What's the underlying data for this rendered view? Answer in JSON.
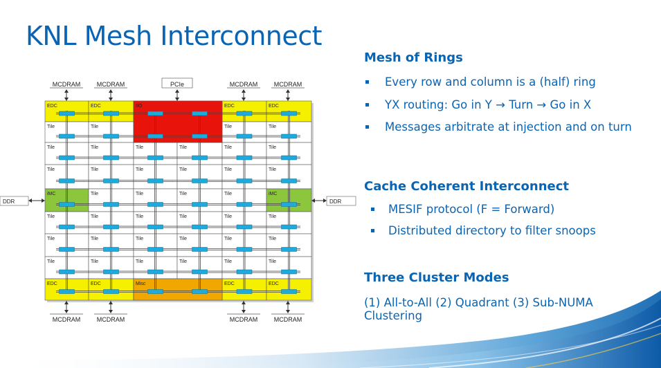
{
  "title": "KNL Mesh Interconnect",
  "sections": [
    {
      "heading": "Mesh of Rings",
      "bullets": [
        "Every row and column is a (half) ring",
        "YX routing: Go in Y → Turn → Go in X",
        "Messages arbitrate at injection and on turn"
      ]
    },
    {
      "heading": "Cache Coherent Interconnect",
      "bullets": [
        "MESIF protocol (F = Forward)",
        "Distributed directory to filter snoops"
      ]
    },
    {
      "heading": "Three Cluster Modes",
      "text": "(1) All-to-All (2) Quadrant (3) Sub-NUMA Clustering"
    }
  ],
  "diagram": {
    "top_labels": [
      "MCDRAM",
      "MCDRAM",
      "PCIe",
      "MCDRAM",
      "MCDRAM"
    ],
    "bottom_labels": [
      "MCDRAM",
      "MCDRAM",
      "MCDRAM",
      "MCDRAM"
    ],
    "side_left": "DDR",
    "side_right": "DDR",
    "grid": [
      [
        "EDC",
        "EDC",
        "IIO",
        "",
        "EDC",
        "EDC"
      ],
      [
        "Tile",
        "Tile",
        "",
        "",
        "Tile",
        "Tile"
      ],
      [
        "Tile",
        "Tile",
        "Tile",
        "Tile",
        "Tile",
        "Tile"
      ],
      [
        "Tile",
        "Tile",
        "Tile",
        "Tile",
        "Tile",
        "Tile"
      ],
      [
        "iMC",
        "Tile",
        "Tile",
        "Tile",
        "Tile",
        "iMC"
      ],
      [
        "Tile",
        "Tile",
        "Tile",
        "Tile",
        "Tile",
        "Tile"
      ],
      [
        "Tile",
        "Tile",
        "Tile",
        "Tile",
        "Tile",
        "Tile"
      ],
      [
        "Tile",
        "Tile",
        "Tile",
        "Tile",
        "Tile",
        "Tile"
      ],
      [
        "EDC",
        "EDC",
        "Misc",
        "",
        "EDC",
        "EDC"
      ]
    ],
    "colors": {
      "edc": "#f5f000",
      "iio": "#e8140c",
      "imc": "#8cc63c",
      "misc": "#f0a800",
      "tile": "#ffffff",
      "stop": "#1eaadc"
    }
  },
  "accent_color": "#0a64b4"
}
